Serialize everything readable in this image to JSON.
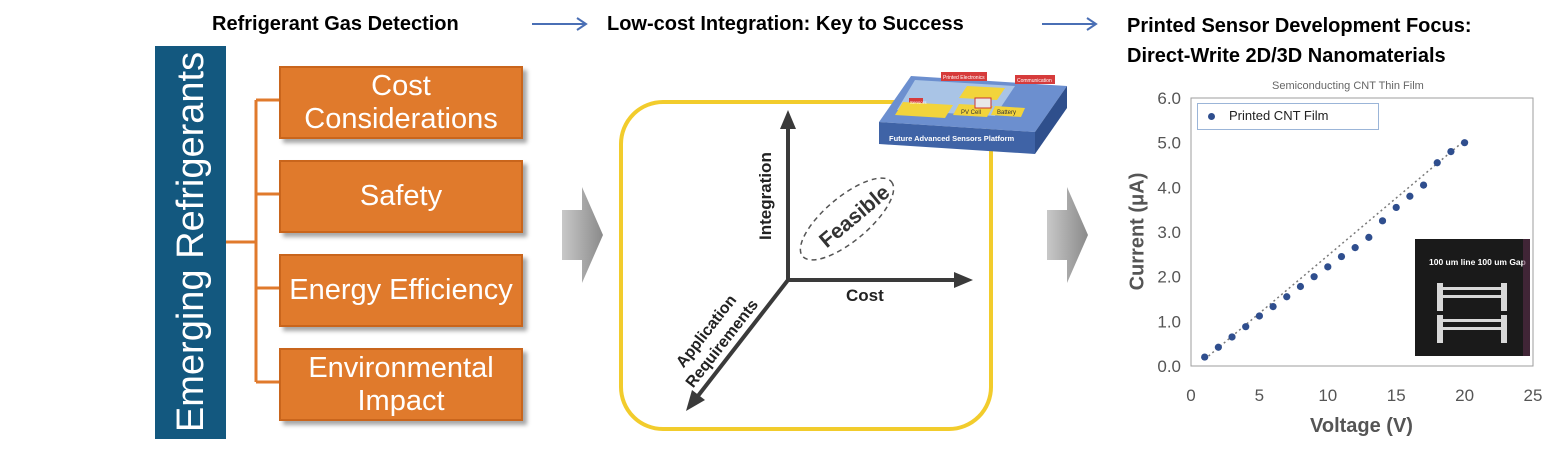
{
  "headers": {
    "step1": "Refrigerant Gas Detection",
    "step2": "Low-cost Integration: Key to Success",
    "step3_line1": "Printed Sensor Development Focus:",
    "step3_line2": "Direct-Write 2D/3D Nanomaterials"
  },
  "left": {
    "vertical_label": "Emerging Refrigerants",
    "boxes": [
      {
        "line1": "Cost",
        "line2": "Considerations"
      },
      {
        "line1": "Safety",
        "line2": ""
      },
      {
        "line1": "Energy Efficiency",
        "line2": ""
      },
      {
        "line1": "Environmental",
        "line2": "Impact"
      }
    ]
  },
  "middle": {
    "axis_integration": "Integration",
    "axis_cost": "Cost",
    "axis_app_line1": "Application",
    "axis_app_line2": "Requirements",
    "feasible": "Feasible",
    "platform": {
      "title": "Future Advanced Sensors Platform",
      "tag_printed": "Printed Electronics",
      "tag_comm": "Communication",
      "tag_sensors": "Sensors",
      "pv": "PV Cell",
      "battery": "Battery"
    }
  },
  "chart_data": {
    "type": "scatter",
    "title": "Semiconducting CNT Thin Film",
    "xlabel": "Voltage (V)",
    "ylabel": "Current (μA)",
    "xlim": [
      0,
      25
    ],
    "ylim": [
      0,
      6
    ],
    "xticks": [
      "0",
      "5",
      "10",
      "15",
      "20",
      "25"
    ],
    "yticks": [
      "0.0",
      "1.0",
      "2.0",
      "3.0",
      "4.0",
      "5.0",
      "6.0"
    ],
    "series": [
      {
        "name": "Printed CNT Film",
        "x": [
          1,
          2,
          3,
          4,
          5,
          6,
          7,
          8,
          9,
          10,
          11,
          12,
          13,
          14,
          15,
          16,
          17,
          18,
          19,
          20
        ],
        "y": [
          0.2,
          0.42,
          0.65,
          0.88,
          1.12,
          1.33,
          1.55,
          1.78,
          2.0,
          2.22,
          2.45,
          2.65,
          2.88,
          3.25,
          3.55,
          3.8,
          4.05,
          4.55,
          4.8,
          5.0
        ]
      }
    ],
    "trendline": {
      "style": "dotted",
      "from": [
        1,
        0.15
      ],
      "to": [
        20,
        5.05
      ]
    },
    "legend": "top-left",
    "grid": false,
    "inset_label": "100 um line 100 um Gap"
  }
}
